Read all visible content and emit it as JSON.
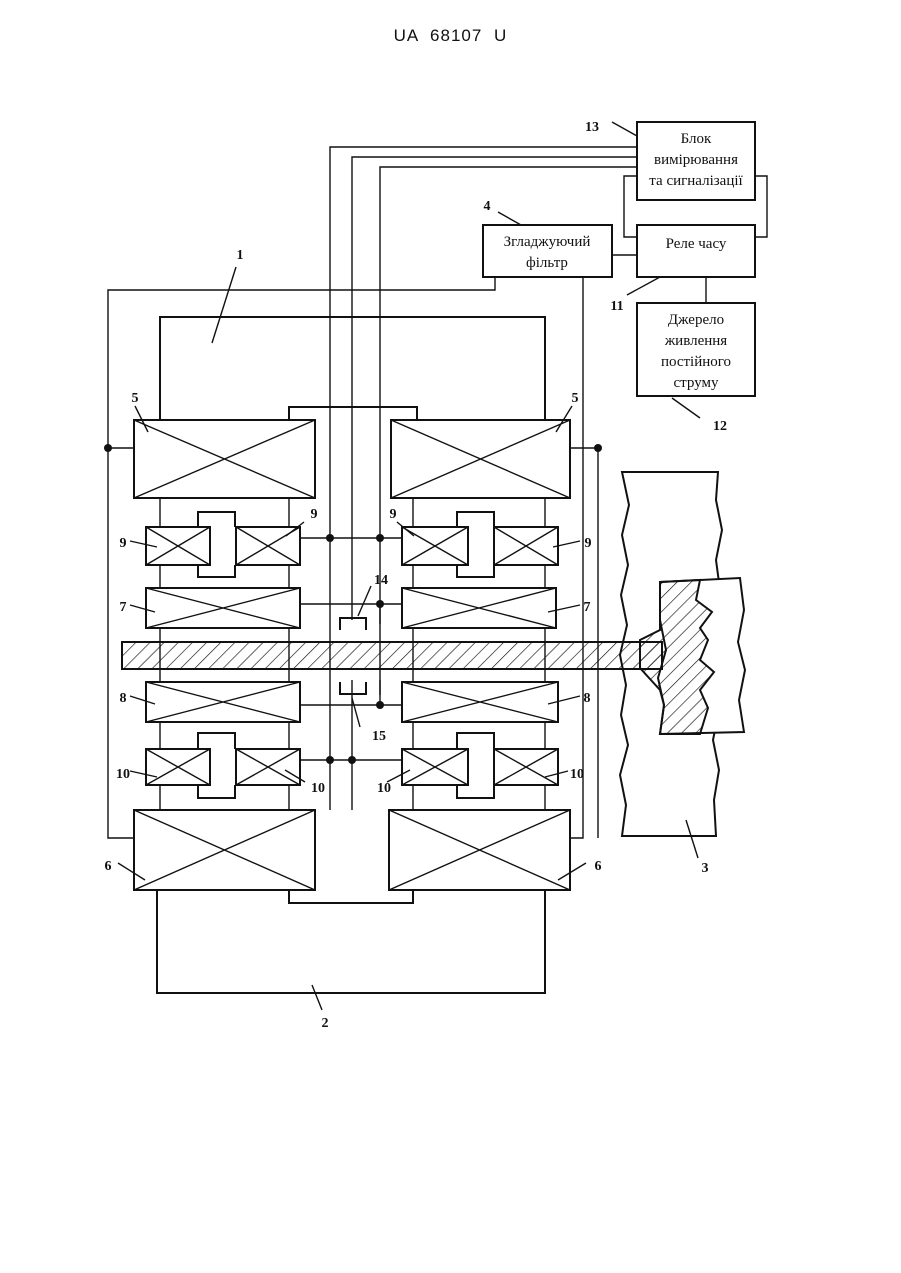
{
  "header": {
    "doc_number": "UA   68107   U"
  },
  "blocks": {
    "measure": [
      "Блок",
      "вимірювання",
      "та сигналізації"
    ],
    "filter": [
      "Згладжуючий",
      "фільтр"
    ],
    "relay": [
      "Реле часу"
    ],
    "power": [
      "Джерело",
      "живлення",
      "постійного",
      "струму"
    ]
  },
  "labels": {
    "l1": "1",
    "l2": "2",
    "l3": "3",
    "l4": "4",
    "l5a": "5",
    "l5b": "5",
    "l6a": "6",
    "l6b": "6",
    "l7a": "7",
    "l7b": "7",
    "l8a": "8",
    "l8b": "8",
    "l9a": "9",
    "l9b": "9",
    "l9c": "9",
    "l9d": "9",
    "l10a": "10",
    "l10b": "10",
    "l10c": "10",
    "l10d": "10",
    "l11": "11",
    "l12": "12",
    "l13": "13",
    "l14": "14",
    "l15": "15"
  }
}
